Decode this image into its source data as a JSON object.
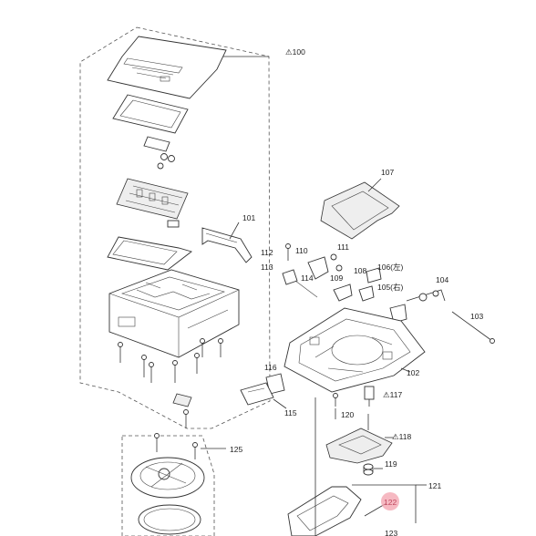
{
  "labels": {
    "l100": "⚠100",
    "l101": "101",
    "l102": "102",
    "l103": "103",
    "l104": "104",
    "l105": "105(右)",
    "l106": "106(左)",
    "l107": "107",
    "l108": "108",
    "l109": "109",
    "l110": "110",
    "l111": "111",
    "l112": "112",
    "l113": "113",
    "l114": "114",
    "l115": "115",
    "l116": "116",
    "l117": "⚠117",
    "l118": "⚠118",
    "l119": "119",
    "l120": "120",
    "l121": "121",
    "l122": "122",
    "l123": "123",
    "l125": "125"
  },
  "colors": {
    "line": "#333333",
    "highlight": "#f4a7b3",
    "highlight_text": "#c0485e"
  }
}
